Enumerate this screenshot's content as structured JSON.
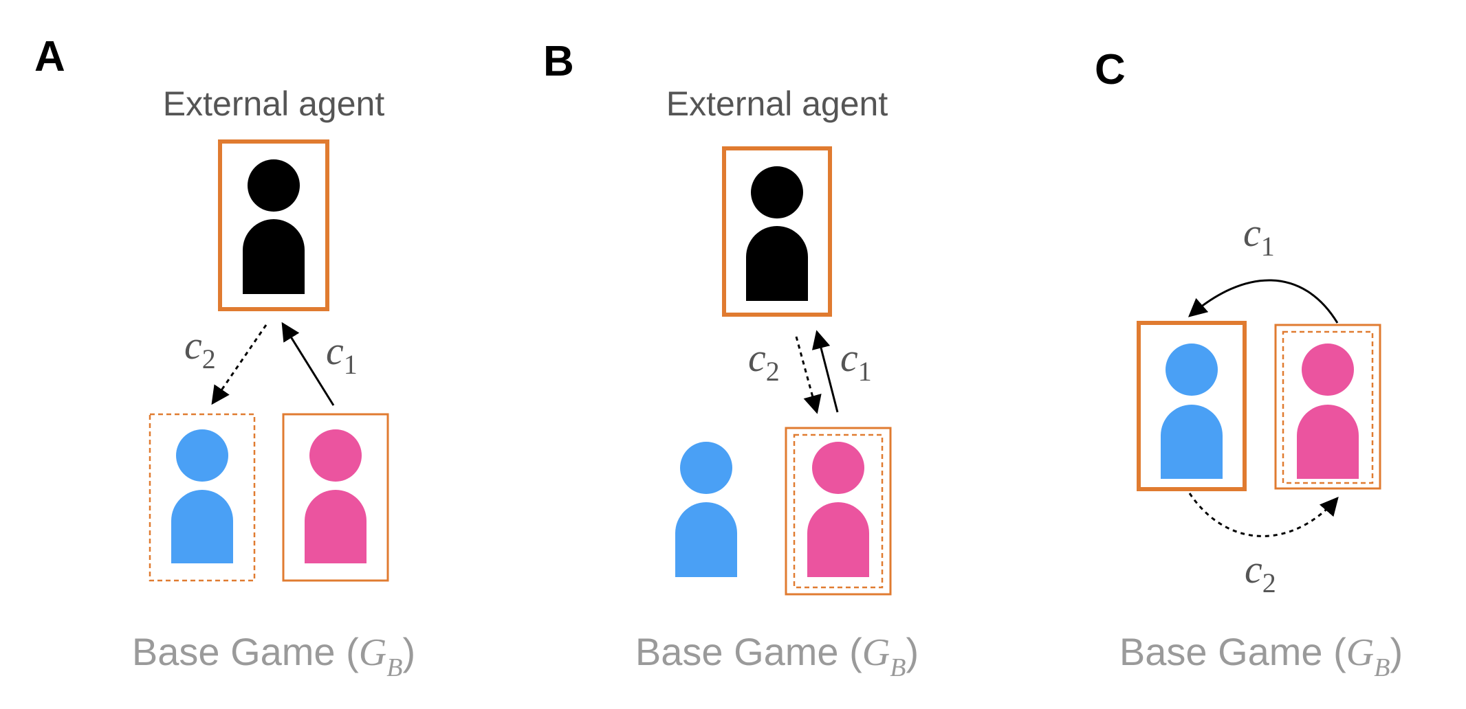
{
  "colors": {
    "orange": "#e07b30",
    "blue": "#4aa0f5",
    "pink": "#eb549f",
    "black": "#000000",
    "label_gray": "#555555",
    "footer_gray": "#9a9a9a"
  },
  "panels": [
    {
      "letter": "A",
      "title": "External agent",
      "footer": {
        "text": "Base Game (",
        "math": "G",
        "sub": "B",
        "close": ")"
      },
      "edges": [
        {
          "label": "c",
          "sub": "2",
          "style": "dashed"
        },
        {
          "label": "c",
          "sub": "1",
          "style": "solid"
        }
      ]
    },
    {
      "letter": "B",
      "title": "External agent",
      "footer": {
        "text": "Base Game (",
        "math": "G",
        "sub": "B",
        "close": ")"
      },
      "edges": [
        {
          "label": "c",
          "sub": "2",
          "style": "dashed"
        },
        {
          "label": "c",
          "sub": "1",
          "style": "solid"
        }
      ]
    },
    {
      "letter": "C",
      "title": "",
      "footer": {
        "text": "Base Game (",
        "math": "G",
        "sub": "B",
        "close": ")"
      },
      "edges": [
        {
          "label": "c",
          "sub": "1",
          "style": "solid"
        },
        {
          "label": "c",
          "sub": "2",
          "style": "dashed"
        }
      ]
    }
  ]
}
